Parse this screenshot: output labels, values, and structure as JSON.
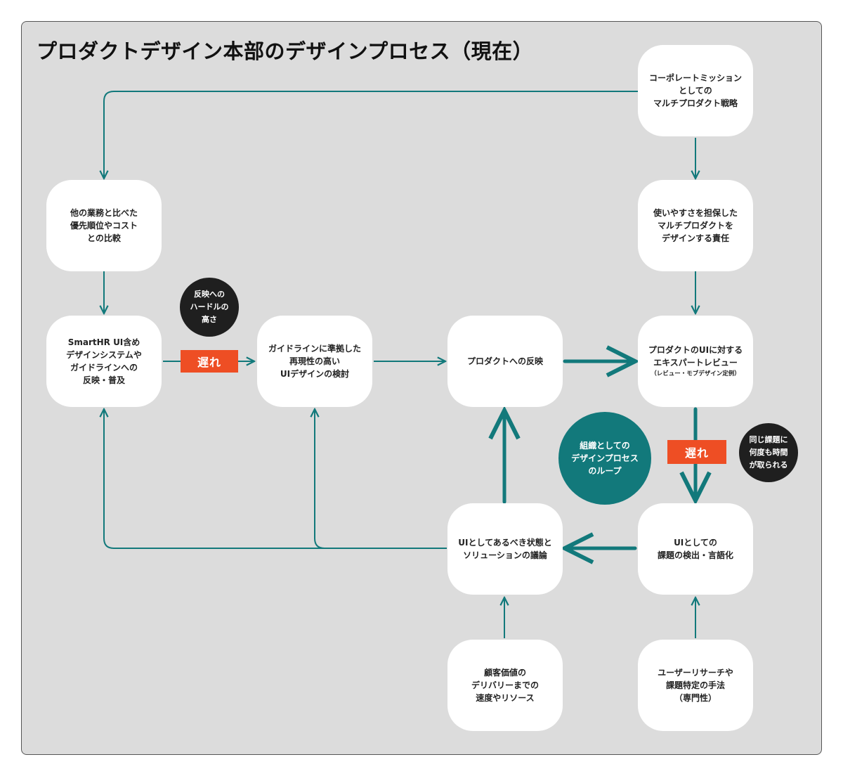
{
  "title": "プロダクトデザイン本部のデザインプロセス（現在）",
  "colors": {
    "background": "#dcdcdc",
    "arrow": "#12797b",
    "delay_badge": "#ee4e24",
    "dark_note": "#1f1f1f"
  },
  "nodes": {
    "corporate_mission": "コーポレートミッション\nとしての\nマルチプロダクト戦略",
    "compare_priority": "他の業務と比べた\n優先順位やコスト\nとの比較",
    "usability_responsibility": "使いやすさを担保した\nマルチプロダクトを\nデザインする責任",
    "smarthr_ui": "SmartHR UI含め\nデザインシステムや\nガイドラインへの\n反映・普及",
    "guideline_ui": "ガイドラインに準拠した\n再現性の高い\nUIデザインの検討",
    "product_reflection": "プロダクトへの反映",
    "expert_review": "プロダクトのUIに対する\nエキスパートレビュー",
    "expert_review_sub": "（レビュー・モブデザイン定例）",
    "ideal_state": "UIとしてあるべき状態と\nソリューションの議論",
    "ui_issues": "UIとしての\n課題の検出・言語化",
    "customer_value": "顧客価値の\nデリバリーまでの\n速度やリソース",
    "user_research": "ユーザーリサーチや\n課題特定の手法\n（専門性）"
  },
  "notes": {
    "reflection_hurdle": "反映への\nハードルの\n高さ",
    "repeated_time": "同じ課題に\n何度も時間\nが取られる",
    "org_loop": "組織としての\nデザインプロセス\nのループ"
  },
  "badges": {
    "delay_left": "遅れ",
    "delay_right": "遅れ"
  }
}
